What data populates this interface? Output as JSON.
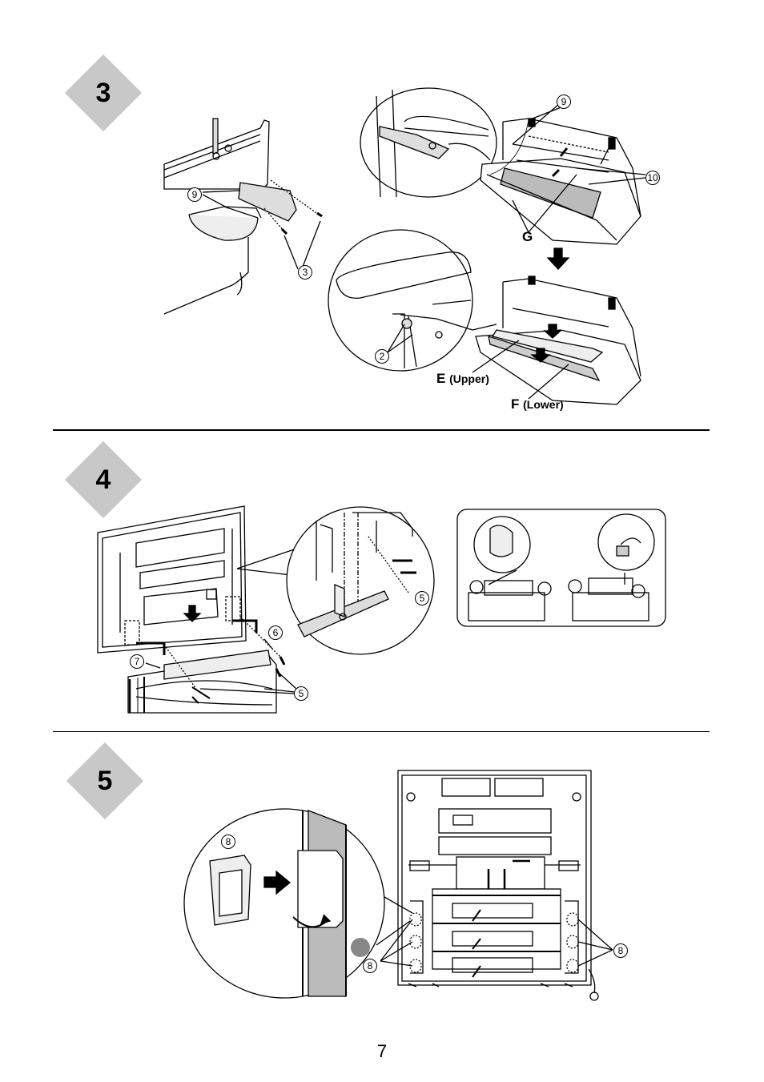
{
  "steps": [
    {
      "number": "3"
    },
    {
      "number": "4"
    },
    {
      "number": "5"
    }
  ],
  "step3": {
    "part_9_left": "9",
    "part_3": "3",
    "part_9_right": "9",
    "part_10": "10",
    "label_g": "G",
    "part_2": "2",
    "label_e": "E",
    "label_e_note": "(Upper)",
    "label_f": "F",
    "label_f_note": "(Lower)"
  },
  "step4": {
    "part_5_zoom": "5",
    "part_6": "6",
    "part_7": "7",
    "part_5_lower": "5"
  },
  "step5": {
    "part_8_zoom": "8",
    "part_8_left": "8",
    "part_8_right": "8"
  },
  "page_number": "7"
}
